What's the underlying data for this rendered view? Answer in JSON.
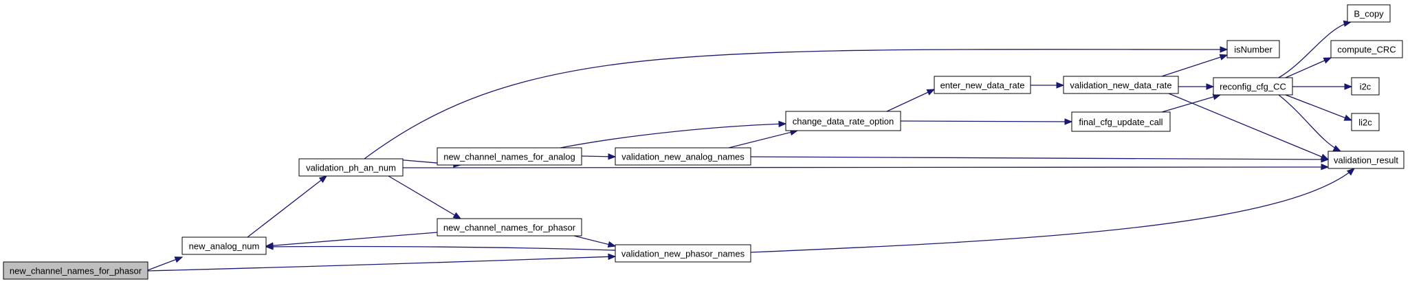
{
  "diagram": {
    "nodes": [
      {
        "id": "root",
        "label": "new_channel_names_for_phasor"
      },
      {
        "id": "new_analog_num",
        "label": "new_analog_num"
      },
      {
        "id": "validation_ph_an_num",
        "label": "validation_ph_an_num"
      },
      {
        "id": "new_channel_names_for_analog",
        "label": "new_channel_names_for_analog"
      },
      {
        "id": "new_channel_names_for_phasor",
        "label": "new_channel_names_for_phasor"
      },
      {
        "id": "validation_new_analog_names",
        "label": "validation_new_analog_names"
      },
      {
        "id": "validation_new_phasor_names",
        "label": "validation_new_phasor_names"
      },
      {
        "id": "change_data_rate_option",
        "label": "change_data_rate_option"
      },
      {
        "id": "enter_new_data_rate",
        "label": "enter_new_data_rate"
      },
      {
        "id": "validation_new_data_rate",
        "label": "validation_new_data_rate"
      },
      {
        "id": "final_cfg_update_call",
        "label": "final_cfg_update_call"
      },
      {
        "id": "reconfig_cfg_CC",
        "label": "reconfig_cfg_CC"
      },
      {
        "id": "isNumber",
        "label": "isNumber"
      },
      {
        "id": "B_copy",
        "label": "B_copy"
      },
      {
        "id": "compute_CRC",
        "label": "compute_CRC"
      },
      {
        "id": "i2c",
        "label": "i2c"
      },
      {
        "id": "li2c",
        "label": "li2c"
      },
      {
        "id": "validation_result",
        "label": "validation_result"
      }
    ],
    "edges": [
      {
        "from": "root",
        "to": "new_analog_num"
      },
      {
        "from": "root",
        "to": "validation_new_phasor_names"
      },
      {
        "from": "new_analog_num",
        "to": "validation_ph_an_num"
      },
      {
        "from": "validation_ph_an_num",
        "to": "new_channel_names_for_analog"
      },
      {
        "from": "validation_ph_an_num",
        "to": "new_channel_names_for_phasor"
      },
      {
        "from": "validation_ph_an_num",
        "to": "isNumber"
      },
      {
        "from": "validation_ph_an_num",
        "to": "validation_result"
      },
      {
        "from": "new_channel_names_for_analog",
        "to": "validation_new_analog_names"
      },
      {
        "from": "new_channel_names_for_analog",
        "to": "change_data_rate_option"
      },
      {
        "from": "new_channel_names_for_phasor",
        "to": "new_analog_num"
      },
      {
        "from": "new_channel_names_for_phasor",
        "to": "validation_new_phasor_names"
      },
      {
        "from": "validation_new_analog_names",
        "to": "change_data_rate_option"
      },
      {
        "from": "validation_new_analog_names",
        "to": "validation_result"
      },
      {
        "from": "validation_new_phasor_names",
        "to": "new_analog_num"
      },
      {
        "from": "validation_new_phasor_names",
        "to": "validation_result"
      },
      {
        "from": "change_data_rate_option",
        "to": "enter_new_data_rate"
      },
      {
        "from": "change_data_rate_option",
        "to": "final_cfg_update_call"
      },
      {
        "from": "enter_new_data_rate",
        "to": "validation_new_data_rate"
      },
      {
        "from": "validation_new_data_rate",
        "to": "isNumber"
      },
      {
        "from": "validation_new_data_rate",
        "to": "reconfig_cfg_CC"
      },
      {
        "from": "validation_new_data_rate",
        "to": "validation_result"
      },
      {
        "from": "final_cfg_update_call",
        "to": "reconfig_cfg_CC"
      },
      {
        "from": "reconfig_cfg_CC",
        "to": "B_copy"
      },
      {
        "from": "reconfig_cfg_CC",
        "to": "compute_CRC"
      },
      {
        "from": "reconfig_cfg_CC",
        "to": "i2c"
      },
      {
        "from": "reconfig_cfg_CC",
        "to": "li2c"
      },
      {
        "from": "reconfig_cfg_CC",
        "to": "validation_result"
      }
    ]
  }
}
